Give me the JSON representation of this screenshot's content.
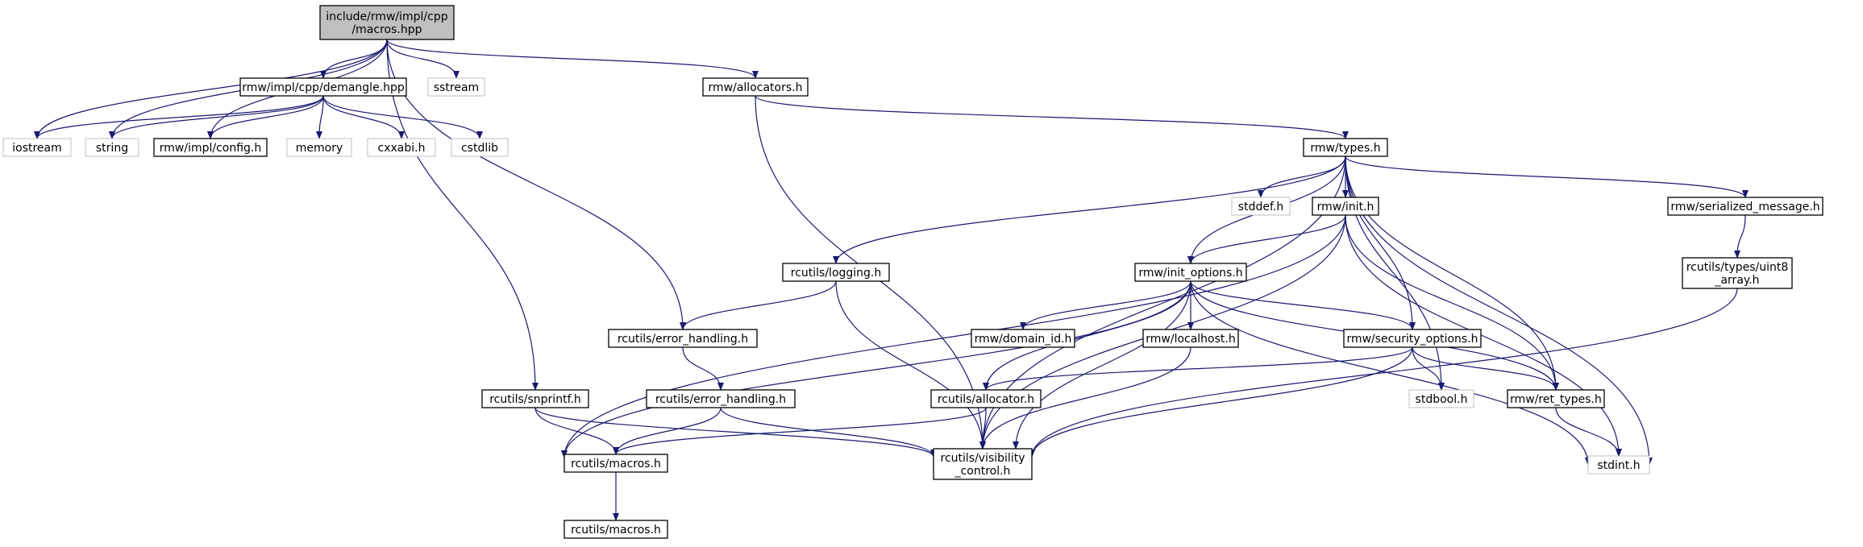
{
  "graph": {
    "colors": {
      "edge": "#191970",
      "node_border": "#000000",
      "system_border": "#bfbfbf",
      "root_fill": "#bfbfbf",
      "text": "#000000"
    },
    "nodes": [
      {
        "id": "root",
        "lines": [
          "include/rmw/impl/cpp",
          "/macros.hpp"
        ],
        "style": "root"
      },
      {
        "id": "demangle",
        "lines": [
          "rmw/impl/cpp/demangle.hpp"
        ],
        "style": "normal"
      },
      {
        "id": "sstream",
        "lines": [
          "sstream"
        ],
        "style": "system"
      },
      {
        "id": "allocators",
        "lines": [
          "rmw/allocators.h"
        ],
        "style": "normal"
      },
      {
        "id": "iostream",
        "lines": [
          "iostream"
        ],
        "style": "system"
      },
      {
        "id": "string",
        "lines": [
          "string"
        ],
        "style": "system"
      },
      {
        "id": "config",
        "lines": [
          "rmw/impl/config.h"
        ],
        "style": "normal"
      },
      {
        "id": "memory",
        "lines": [
          "memory"
        ],
        "style": "system"
      },
      {
        "id": "cxxabi",
        "lines": [
          "cxxabi.h"
        ],
        "style": "system"
      },
      {
        "id": "cstdlib",
        "lines": [
          "cstdlib"
        ],
        "style": "system"
      },
      {
        "id": "types",
        "lines": [
          "rmw/types.h"
        ],
        "style": "normal"
      },
      {
        "id": "stddef",
        "lines": [
          "stddef.h"
        ],
        "style": "system"
      },
      {
        "id": "init",
        "lines": [
          "rmw/init.h"
        ],
        "style": "normal"
      },
      {
        "id": "serialized",
        "lines": [
          "rmw/serialized_message.h"
        ],
        "style": "normal"
      },
      {
        "id": "logging",
        "lines": [
          "rcutils/logging.h"
        ],
        "style": "normal"
      },
      {
        "id": "init_options",
        "lines": [
          "rmw/init_options.h"
        ],
        "style": "normal"
      },
      {
        "id": "uint8",
        "lines": [
          "rcutils/types/uint8",
          "_array.h"
        ],
        "style": "normal"
      },
      {
        "id": "error1",
        "lines": [
          "rcutils/error_handling.h"
        ],
        "style": "normal"
      },
      {
        "id": "domain",
        "lines": [
          "rmw/domain_id.h"
        ],
        "style": "normal"
      },
      {
        "id": "localhost",
        "lines": [
          "rmw/localhost.h"
        ],
        "style": "normal"
      },
      {
        "id": "security",
        "lines": [
          "rmw/security_options.h"
        ],
        "style": "normal"
      },
      {
        "id": "snprintf",
        "lines": [
          "rcutils/snprintf.h"
        ],
        "style": "normal"
      },
      {
        "id": "error2",
        "lines": [
          "rcutils/error_handling.h"
        ],
        "style": "normal"
      },
      {
        "id": "allocator",
        "lines": [
          "rcutils/allocator.h"
        ],
        "style": "normal"
      },
      {
        "id": "stdbool",
        "lines": [
          "stdbool.h"
        ],
        "style": "system"
      },
      {
        "id": "ret_types",
        "lines": [
          "rmw/ret_types.h"
        ],
        "style": "normal"
      },
      {
        "id": "macros1",
        "lines": [
          "rcutils/macros.h"
        ],
        "style": "normal"
      },
      {
        "id": "visibility",
        "lines": [
          "rcutils/visibility",
          "_control.h"
        ],
        "style": "normal"
      },
      {
        "id": "stdint",
        "lines": [
          "stdint.h"
        ],
        "style": "system"
      },
      {
        "id": "macros2",
        "lines": [
          "rcutils/macros.h"
        ],
        "style": "normal"
      }
    ],
    "edges": [
      [
        "root",
        "demangle"
      ],
      [
        "root",
        "sstream"
      ],
      [
        "root",
        "allocators"
      ],
      [
        "root",
        "iostream"
      ],
      [
        "root",
        "string"
      ],
      [
        "root",
        "config"
      ],
      [
        "root",
        "snprintf"
      ],
      [
        "root",
        "error1"
      ],
      [
        "demangle",
        "iostream"
      ],
      [
        "demangle",
        "string"
      ],
      [
        "demangle",
        "config"
      ],
      [
        "demangle",
        "memory"
      ],
      [
        "demangle",
        "cxxabi"
      ],
      [
        "demangle",
        "cstdlib"
      ],
      [
        "allocators",
        "types"
      ],
      [
        "allocators",
        "visibility"
      ],
      [
        "types",
        "stddef"
      ],
      [
        "types",
        "init"
      ],
      [
        "types",
        "serialized"
      ],
      [
        "types",
        "logging"
      ],
      [
        "types",
        "init_options"
      ],
      [
        "types",
        "security"
      ],
      [
        "types",
        "ret_types"
      ],
      [
        "types",
        "stdbool"
      ],
      [
        "types",
        "stdint"
      ],
      [
        "types",
        "visibility"
      ],
      [
        "init",
        "init_options"
      ],
      [
        "init",
        "macros1"
      ],
      [
        "init",
        "ret_types"
      ],
      [
        "init",
        "visibility"
      ],
      [
        "init",
        "stdint"
      ],
      [
        "serialized",
        "uint8"
      ],
      [
        "uint8",
        "visibility"
      ],
      [
        "logging",
        "error1"
      ],
      [
        "logging",
        "visibility"
      ],
      [
        "init_options",
        "domain"
      ],
      [
        "init_options",
        "localhost"
      ],
      [
        "init_options",
        "security"
      ],
      [
        "init_options",
        "allocator"
      ],
      [
        "init_options",
        "ret_types"
      ],
      [
        "init_options",
        "macros1"
      ],
      [
        "init_options",
        "visibility"
      ],
      [
        "init_options",
        "stdint"
      ],
      [
        "error1",
        "error2"
      ],
      [
        "error2",
        "macros1"
      ],
      [
        "error2",
        "visibility"
      ],
      [
        "localhost",
        "visibility"
      ],
      [
        "security",
        "allocator"
      ],
      [
        "security",
        "stdbool"
      ],
      [
        "security",
        "ret_types"
      ],
      [
        "security",
        "visibility"
      ],
      [
        "snprintf",
        "macros1"
      ],
      [
        "snprintf",
        "visibility"
      ],
      [
        "allocator",
        "macros1"
      ],
      [
        "allocator",
        "visibility"
      ],
      [
        "ret_types",
        "stdint"
      ],
      [
        "macros1",
        "macros2"
      ]
    ]
  }
}
